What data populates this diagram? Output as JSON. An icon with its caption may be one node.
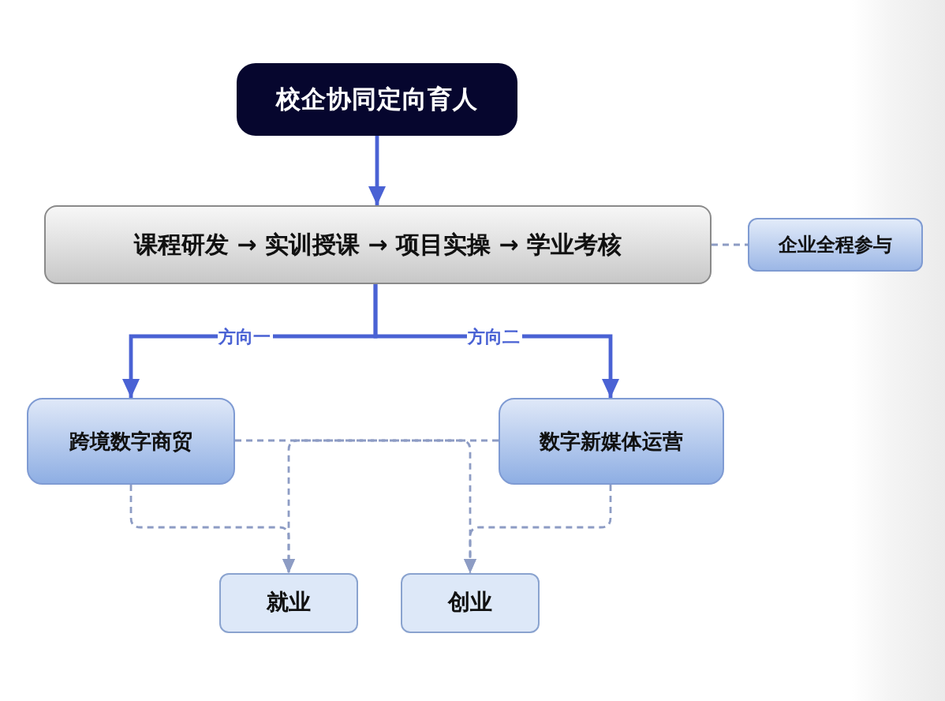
{
  "diagram": {
    "nodes": [
      {
        "text": [
          "校企协同定向育人"
        ]
      },
      {
        "text": [
          "课程研发 → 实训授课 → 项目实操 → 学业考核"
        ]
      },
      {
        "text": [
          "企业全程参与"
        ]
      },
      {
        "text": [
          "跨境数字商贸"
        ]
      },
      {
        "text": [
          "数字新媒体运营"
        ]
      },
      {
        "text": [
          "就业"
        ]
      },
      {
        "text": [
          "创业"
        ]
      }
    ],
    "edges": [
      {
        "from": 0,
        "to": 1,
        "arrow": "to",
        "color": "#4a62d4"
      },
      {
        "from": 1,
        "to": 2,
        "arrow": "none",
        "style": "dashed"
      },
      {
        "from": 1,
        "to": 3,
        "arrow": "to",
        "label": "方向一",
        "color": "#4a62d4"
      },
      {
        "from": 1,
        "to": 4,
        "arrow": "to",
        "label": "方向二",
        "color": "#4a62d4"
      },
      {
        "from": 3,
        "to": 5,
        "arrow": "to",
        "style": "dashed"
      },
      {
        "from": 3,
        "to": 6,
        "arrow": "to",
        "style": "dashed"
      },
      {
        "from": 4,
        "to": 5,
        "arrow": "to",
        "style": "dashed"
      },
      {
        "from": 4,
        "to": 6,
        "arrow": "to",
        "style": "dashed"
      }
    ]
  }
}
